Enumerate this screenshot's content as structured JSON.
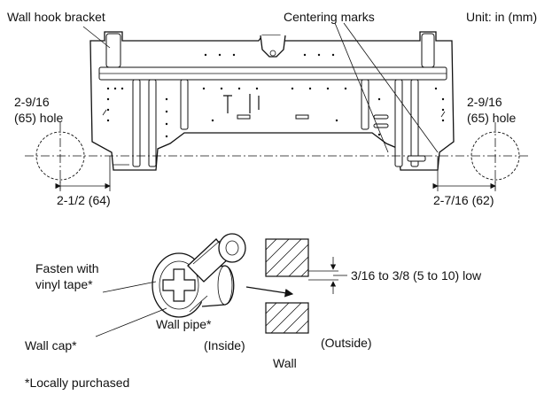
{
  "labels": {
    "wall_hook_bracket": "Wall hook bracket",
    "centering_marks": "Centering marks",
    "unit": "Unit: in (mm)",
    "left_hole_size": "2-9/16",
    "left_hole_name": "(65) hole",
    "right_hole_size": "2-9/16",
    "right_hole_name": "(65) hole",
    "left_offset": "2-1/2 (64)",
    "right_offset": "2-7/16 (62)",
    "fasten_line1": "Fasten with",
    "fasten_line2": "vinyl tape*",
    "slope": "3/16 to 3/8 (5 to 10) low",
    "wall_pipe": "Wall pipe*",
    "wall_cap": "Wall cap*",
    "inside": "(Inside)",
    "outside": "(Outside)",
    "wall": "Wall",
    "footnote": "*Locally purchased"
  },
  "icons": {
    "bracket": "wall-hook-bracket-icon",
    "hole": "circle-hole-icon",
    "wall_cap": "wall-cap-icon",
    "wall_pipe": "wall-pipe-icon",
    "wall_section": "hatched-wall-section-icon",
    "direction_arrow": "arrow-right-icon"
  }
}
